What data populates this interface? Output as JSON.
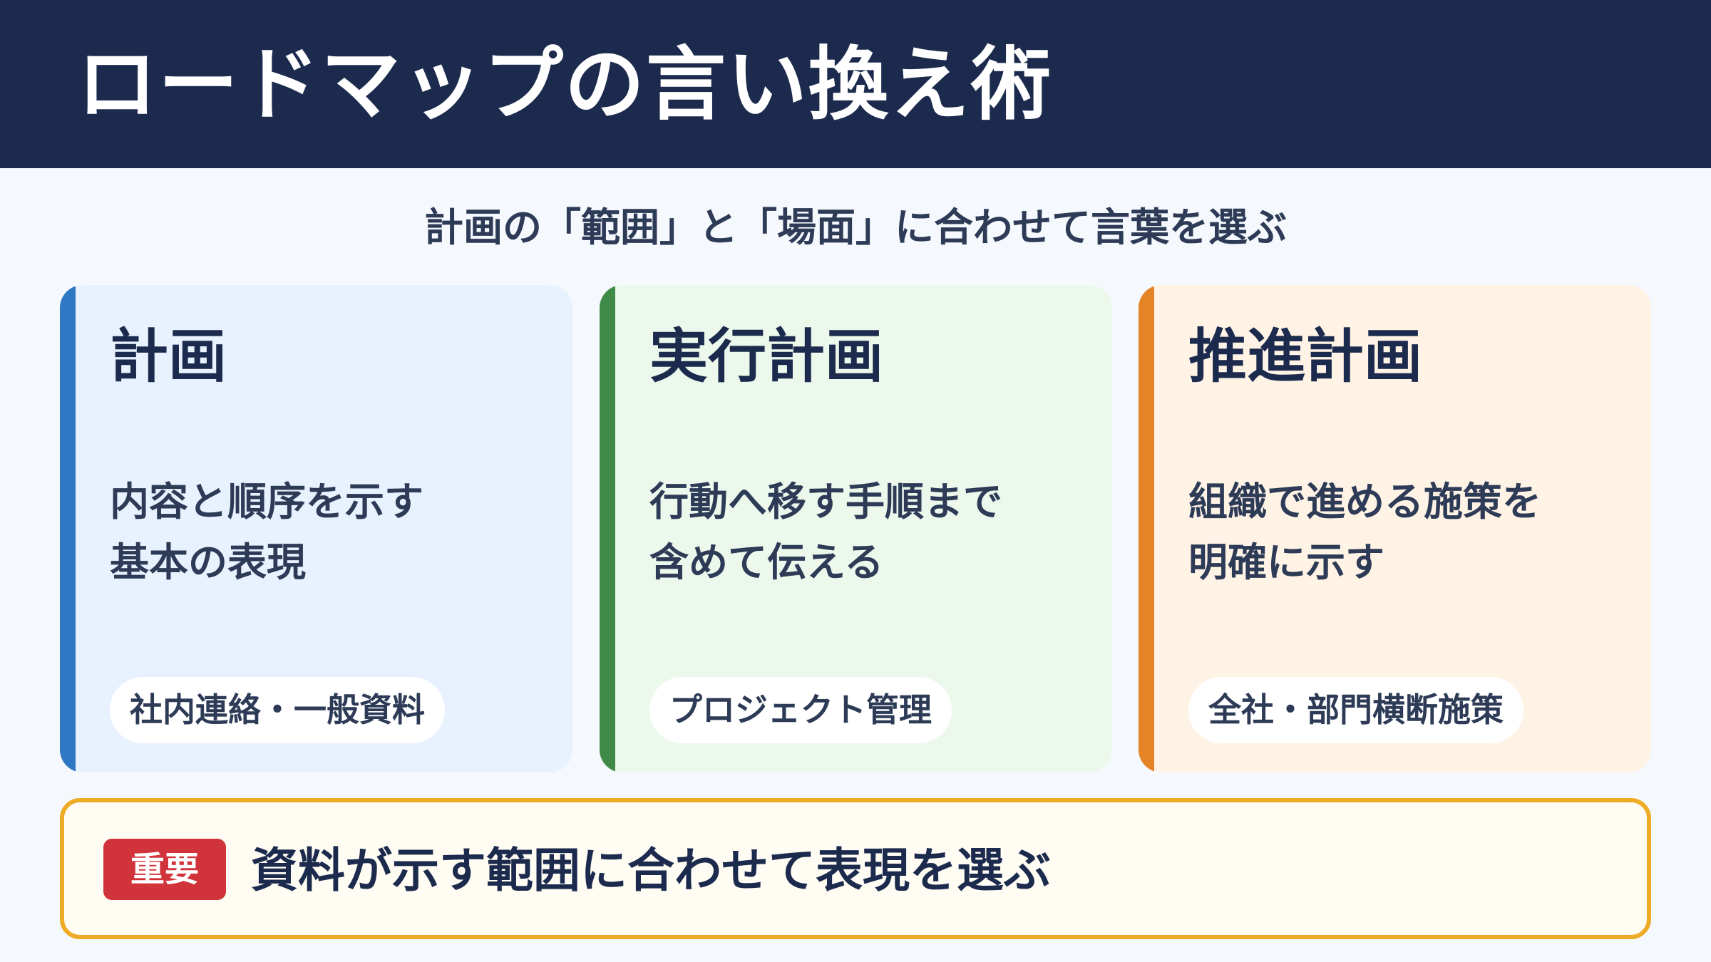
{
  "header": {
    "title": "ロードマップの言い換え術"
  },
  "subtitle": "計画の「範囲」と「場面」に合わせて言葉を選ぶ",
  "cards": [
    {
      "title": "計画",
      "description": [
        "内容と順序を示す",
        "基本の表現"
      ],
      "tag": "社内連絡・一般資料",
      "accent_color": "#2f78c4"
    },
    {
      "title": "実行計画",
      "description": [
        "行動へ移す手順まで",
        "含めて伝える"
      ],
      "tag": "プロジェクト管理",
      "accent_color": "#3e8a46"
    },
    {
      "title": "推進計画",
      "description": [
        "組織で進める施策を",
        "明確に示す"
      ],
      "tag": "全社・部門横断施策",
      "accent_color": "#e58427"
    }
  ],
  "callout": {
    "badge": "重要",
    "text": "資料が示す範囲に合わせて表現を選ぶ",
    "border_color": "#eeab26",
    "badge_color": "#d0343a"
  }
}
